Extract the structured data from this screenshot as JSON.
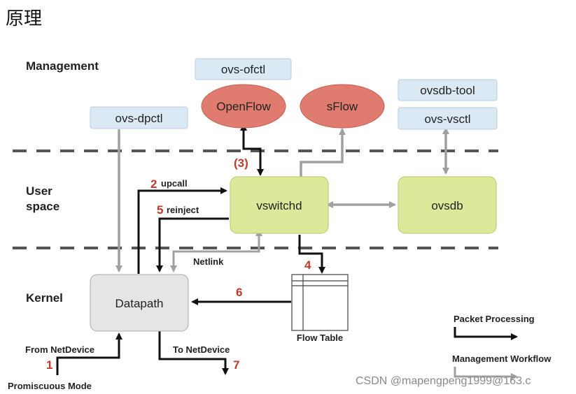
{
  "page_title": "原理",
  "layers": {
    "management": "Management",
    "user_line1": "User",
    "user_line2": "space",
    "kernel": "Kernel"
  },
  "tools": {
    "ovs_ofctl": "ovs-ofctl",
    "ovs_dpctl": "ovs-dpctl",
    "ovsdb_tool": "ovsdb-tool",
    "ovs_vsctl": "ovs-vsctl"
  },
  "protocols": {
    "openflow": "OpenFlow",
    "sflow": "sFlow"
  },
  "components": {
    "vswitchd": "vswitchd",
    "ovsdb": "ovsdb",
    "datapath": "Datapath",
    "flow_table": "Flow Table"
  },
  "steps": {
    "s1": "1",
    "s2": "2",
    "s2_label": "upcall",
    "s3": "(3)",
    "s4": "4",
    "s5": "5",
    "s5_label": "reinject",
    "s6": "6",
    "s7": "7"
  },
  "labels": {
    "netlink": "Netlink",
    "from_netdevice": "From NetDevice",
    "to_netdevice": "To NetDevice",
    "promiscuous_mode": "Promiscuous Mode"
  },
  "legend": {
    "packet_processing": "Packet Processing",
    "management_workflow": "Management Workflow"
  },
  "watermark": "CSDN @mapengpeng1999@163.c",
  "colors": {
    "tool_box": "#dbe9f5",
    "protocol_ellipse": "#e07b6f",
    "component_box": "#dde89a",
    "datapath_box": "#e5e5e5",
    "packet_arrow": "#111111",
    "management_arrow": "#a0a0a0",
    "step_number": "#c0392b",
    "divider": "#555555"
  }
}
